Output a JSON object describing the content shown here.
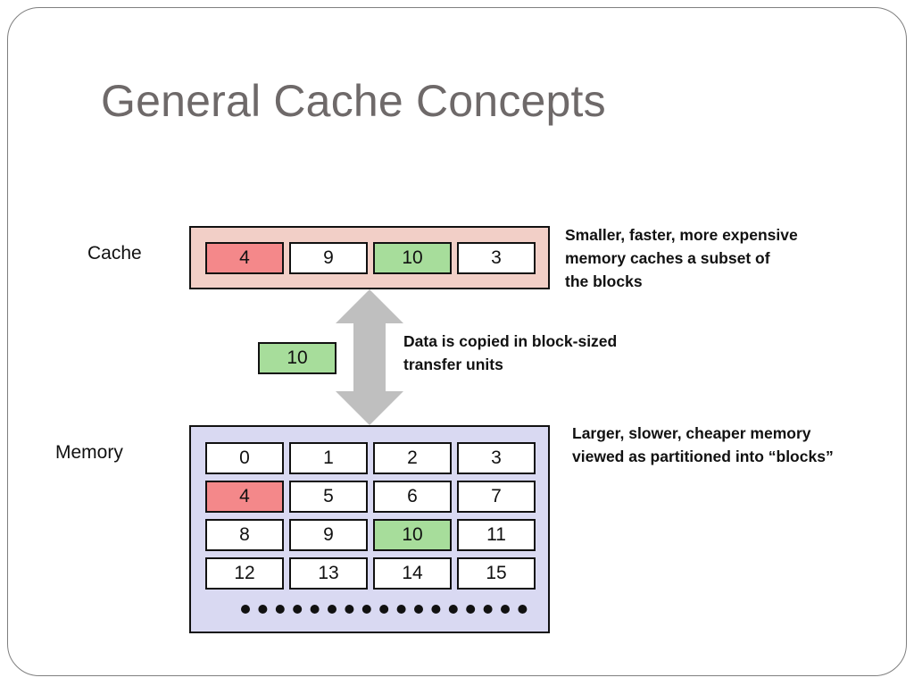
{
  "title": "General Cache Concepts",
  "colors": {
    "cache_panel": "#f2cfc7",
    "memory_panel": "#d9d9f2",
    "red_block": "#f4888a",
    "green_block": "#a7dd9b",
    "arrow": "#bfbfbf"
  },
  "cache": {
    "label": "Cache",
    "blocks": [
      {
        "value": "4",
        "highlight": "red"
      },
      {
        "value": "9",
        "highlight": "none"
      },
      {
        "value": "10",
        "highlight": "green"
      },
      {
        "value": "3",
        "highlight": "none"
      }
    ],
    "note_lines": [
      "Smaller, faster, more expensive",
      "memory caches a  subset of",
      "the blocks"
    ]
  },
  "transfer": {
    "block_value": "10",
    "block_highlight": "green",
    "note_lines": [
      "Data is copied in block-sized",
      "transfer units"
    ],
    "arrow_icon": "double-headed-arrow"
  },
  "memory": {
    "label": "Memory",
    "blocks": [
      {
        "value": "0",
        "highlight": "none"
      },
      {
        "value": "1",
        "highlight": "none"
      },
      {
        "value": "2",
        "highlight": "none"
      },
      {
        "value": "3",
        "highlight": "none"
      },
      {
        "value": "4",
        "highlight": "red"
      },
      {
        "value": "5",
        "highlight": "none"
      },
      {
        "value": "6",
        "highlight": "none"
      },
      {
        "value": "7",
        "highlight": "none"
      },
      {
        "value": "8",
        "highlight": "none"
      },
      {
        "value": "9",
        "highlight": "none"
      },
      {
        "value": "10",
        "highlight": "green"
      },
      {
        "value": "11",
        "highlight": "none"
      },
      {
        "value": "12",
        "highlight": "none"
      },
      {
        "value": "13",
        "highlight": "none"
      },
      {
        "value": "14",
        "highlight": "none"
      },
      {
        "value": "15",
        "highlight": "none"
      }
    ],
    "ellipsis_dot_count": 17,
    "note_lines": [
      "Larger, slower, cheaper memory",
      "viewed as partitioned into “blocks”"
    ]
  }
}
